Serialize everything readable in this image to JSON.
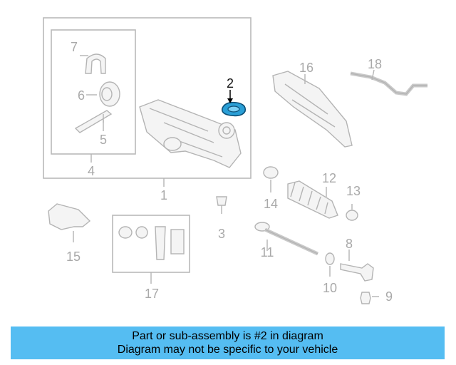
{
  "diagram": {
    "callouts": [
      "1",
      "2",
      "3",
      "4",
      "5",
      "6",
      "7",
      "8",
      "9",
      "10",
      "11",
      "12",
      "13",
      "14",
      "15",
      "16",
      "17",
      "18"
    ],
    "highlighted": "2",
    "highlight_color": "#2a9fd6"
  },
  "banner": {
    "line1": "Part or sub-assembly is #2 in diagram",
    "line2": "Diagram may not be specific to your vehicle",
    "color": "#55bdf2"
  }
}
